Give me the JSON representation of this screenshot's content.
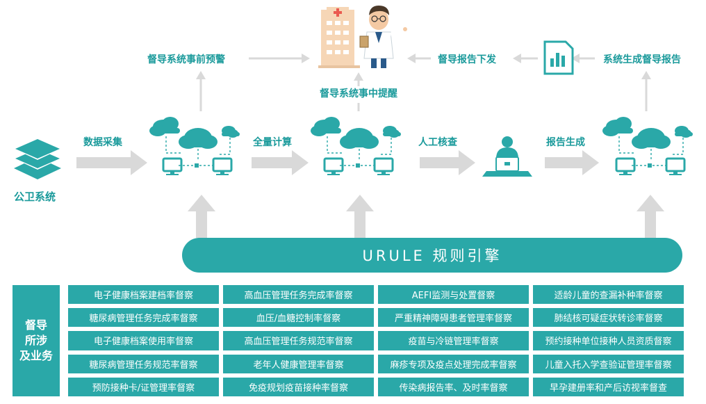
{
  "labels": {
    "system": "公卫系统",
    "collect": "数据采集",
    "compute": "全量计算",
    "review": "人工核查",
    "generate": "报告生成",
    "pre_warning": "督导系统事前预警",
    "mid_reminder": "督导系统事中提醒",
    "report_issue": "督导报告下发",
    "report_gen": "系统生成督导报告"
  },
  "engine": "URULE 规则引擎",
  "side_label": [
    "督导",
    "所涉",
    "及业务"
  ],
  "grid": [
    [
      "电子健康档案建档率督察",
      "高血压管理任务完成率督察",
      "AEFI监测与处置督察",
      "适龄儿童的查漏补种率督察"
    ],
    [
      "糖尿病管理任务完成率督察",
      "血压/血糖控制率督察",
      "严重精神障碍患者管理率督察",
      "肺结核可疑症状转诊率督察"
    ],
    [
      "电子健康档案使用率督察",
      "高血压管理任务规范率督察",
      "疫苗与冷链管理率督察",
      "预约接种单位接种人员资质督察"
    ],
    [
      "糖尿病管理任务规范率督察",
      "老年人健康管理率督察",
      "麻疹专项及疫点处理完成率督察",
      "儿童入托入学查验证管理率督察"
    ],
    [
      "预防接种卡/证管理率督察",
      "免疫规划疫苗接种率督察",
      "传染病报告率、及时率督察",
      "早孕建册率和产后访视率督查"
    ]
  ],
  "colors": {
    "teal": "#2aa8a8",
    "arrow": "#d9d9d9"
  }
}
